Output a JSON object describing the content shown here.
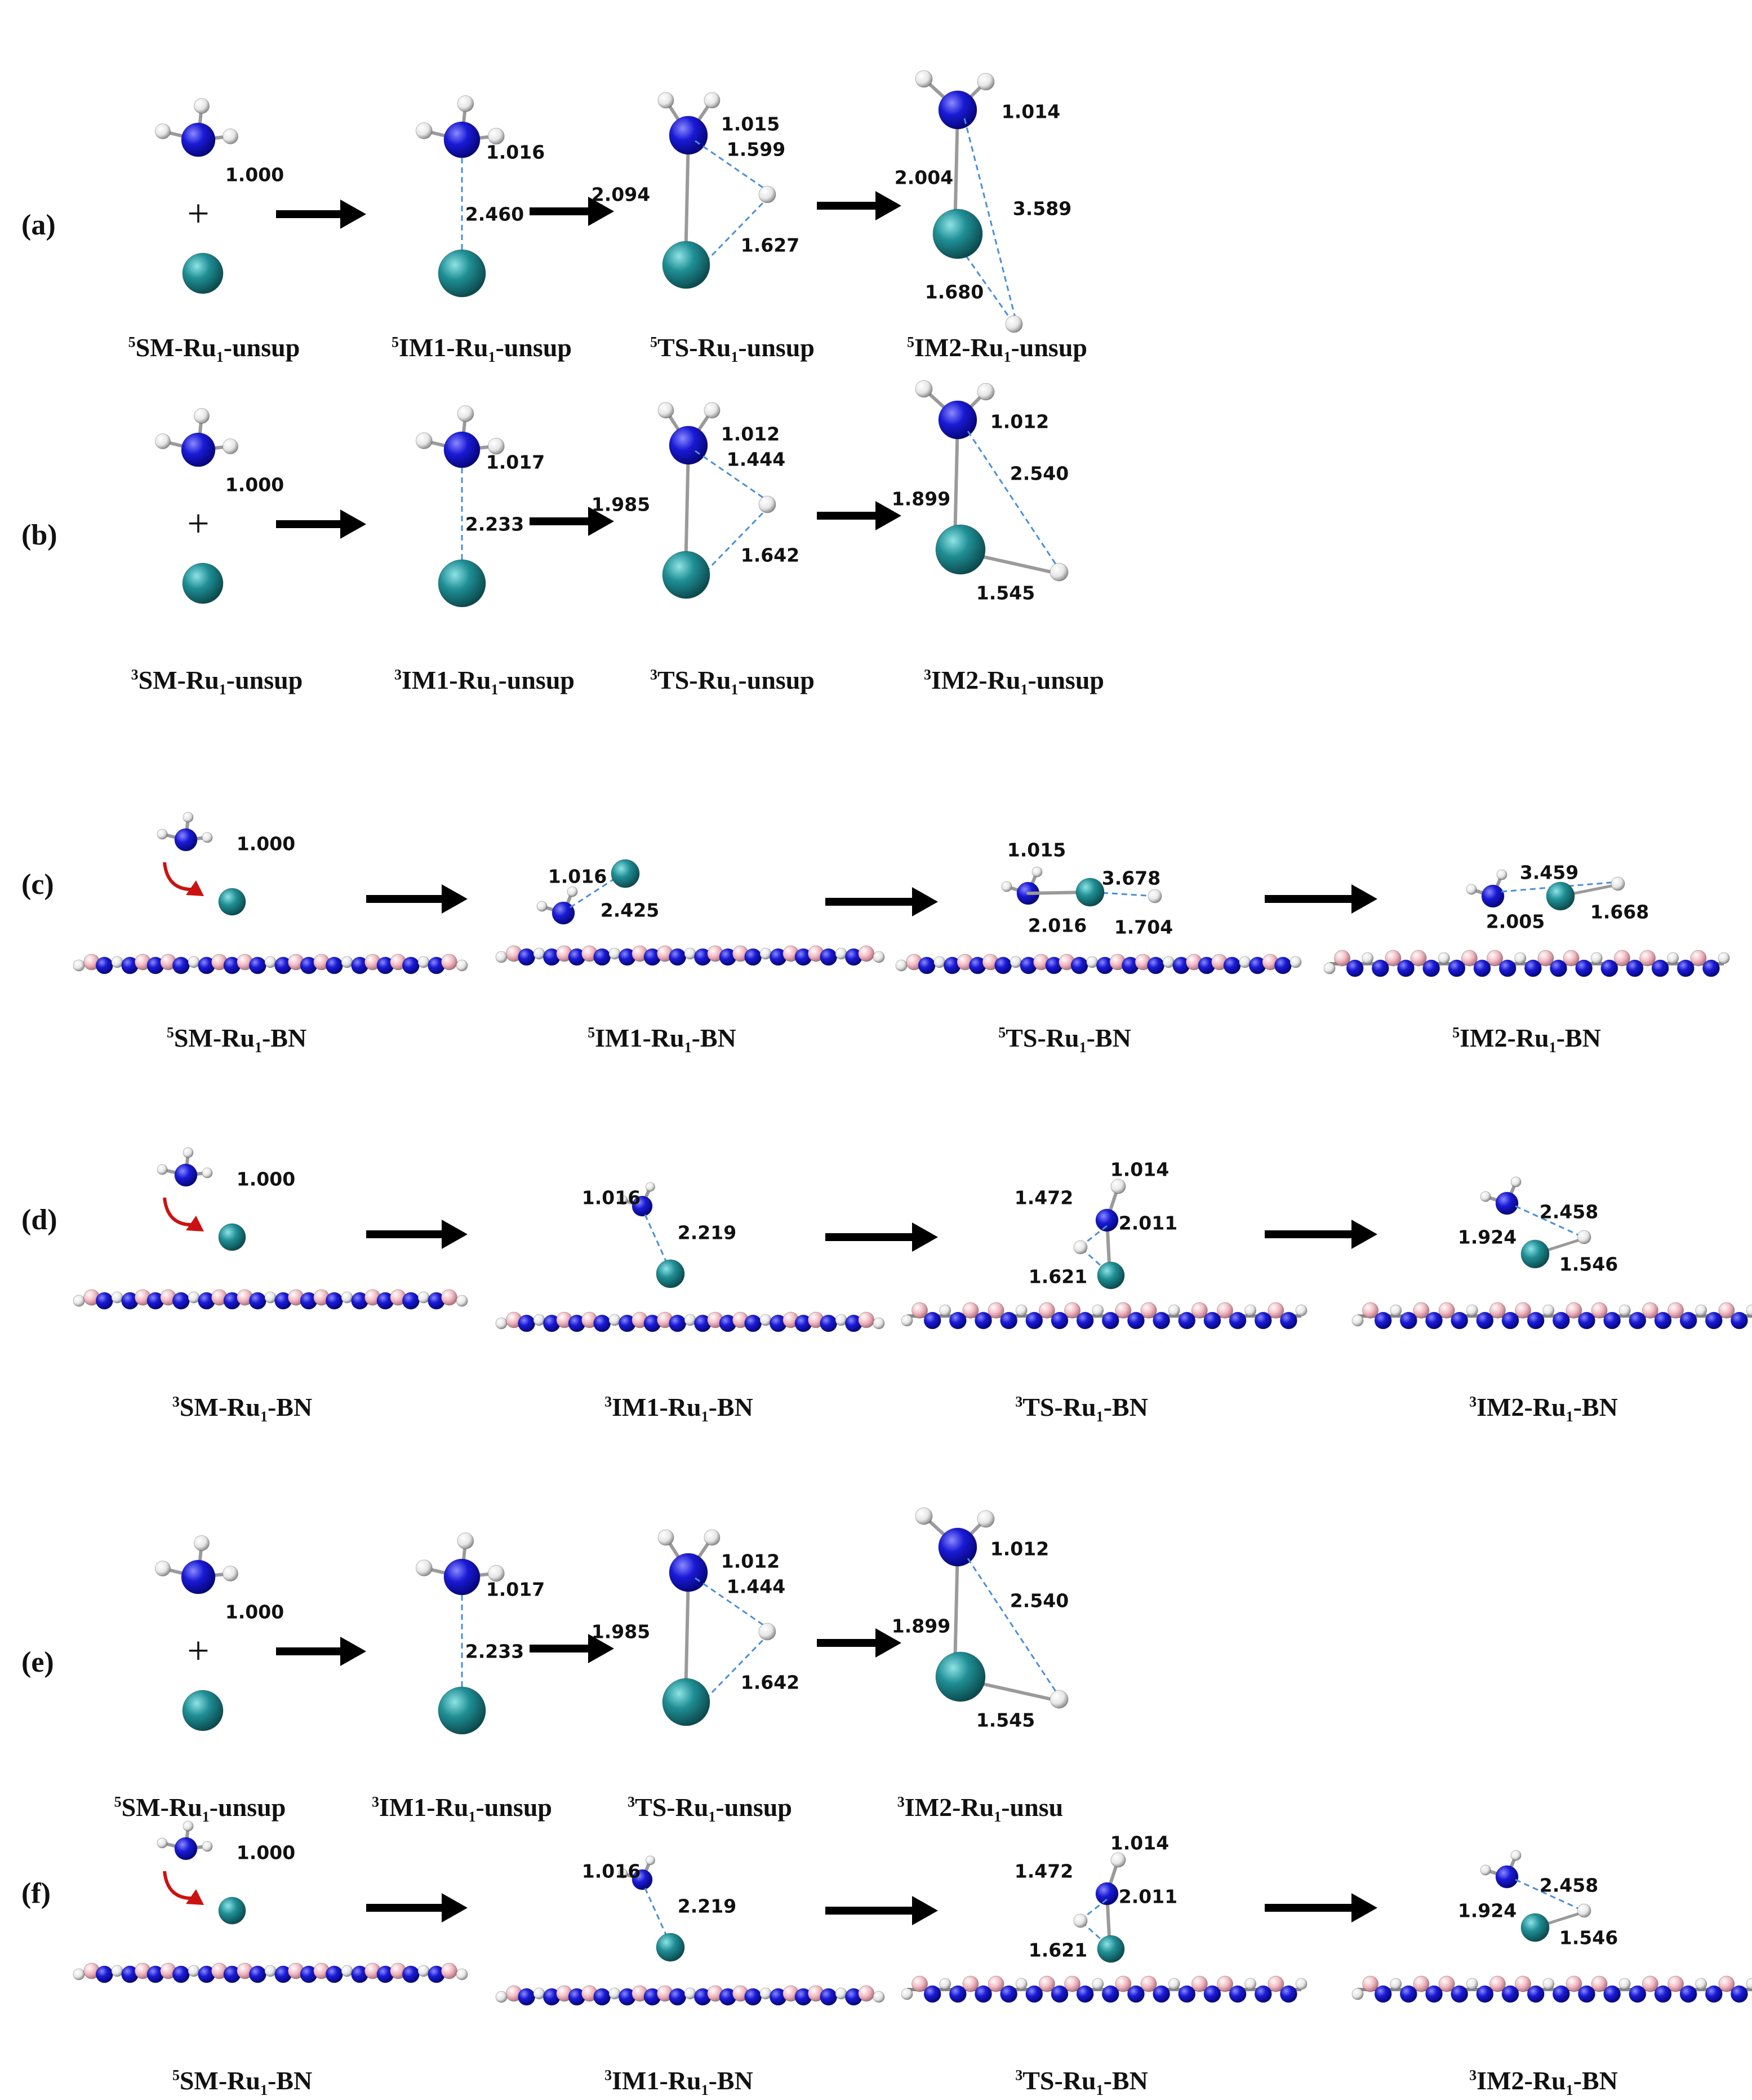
{
  "panels": [
    {
      "label": "(a)",
      "captions": [
        {
          "sup": "5",
          "main": "SM-Ru",
          "sub": "1",
          "tail": "-unsup"
        },
        {
          "sup": "5",
          "main": "IM1-Ru",
          "sub": "1",
          "tail": "-unsup"
        },
        {
          "sup": "5",
          "main": "TS-Ru",
          "sub": "1",
          "tail": "-unsup"
        },
        {
          "sup": "5",
          "main": "IM2-Ru",
          "sub": "1",
          "tail": "-unsup"
        }
      ],
      "distances": [
        "1.000",
        "1.016",
        "2.460",
        "1.015",
        "1.599",
        "2.094",
        "1.627",
        "1.014",
        "2.004",
        "3.589",
        "1.680"
      ]
    },
    {
      "label": "(b)",
      "captions": [
        {
          "sup": "3",
          "main": "SM-Ru",
          "sub": "1",
          "tail": "-unsup"
        },
        {
          "sup": "3",
          "main": "IM1-Ru",
          "sub": "1",
          "tail": "-unsup"
        },
        {
          "sup": "3",
          "main": "TS-Ru",
          "sub": "1",
          "tail": "-unsup"
        },
        {
          "sup": "3",
          "main": "IM2-Ru",
          "sub": "1",
          "tail": "-unsup"
        }
      ],
      "distances": [
        "1.000",
        "1.017",
        "2.233",
        "1.012",
        "1.444",
        "1.985",
        "1.642",
        "1.012",
        "2.540",
        "1.899",
        "1.545"
      ]
    },
    {
      "label": "(c)",
      "captions": [
        {
          "sup": "5",
          "main": "SM-Ru",
          "sub": "1",
          "tail": "-BN"
        },
        {
          "sup": "5",
          "main": "IM1-Ru",
          "sub": "1",
          "tail": "-BN"
        },
        {
          "sup": "5",
          "main": "TS-Ru",
          "sub": "1",
          "tail": "-BN"
        },
        {
          "sup": "5",
          "main": "IM2-Ru",
          "sub": "1",
          "tail": "-BN"
        }
      ],
      "distances": [
        "1.000",
        "1.016",
        "2.425",
        "1.015",
        "3.678",
        "2.016",
        "1.704",
        "3.459",
        "2.005",
        "1.668"
      ]
    },
    {
      "label": "(d)",
      "captions": [
        {
          "sup": "3",
          "main": "SM-Ru",
          "sub": "1",
          "tail": "-BN"
        },
        {
          "sup": "3",
          "main": "IM1-Ru",
          "sub": "1",
          "tail": "-BN"
        },
        {
          "sup": "3",
          "main": "TS-Ru",
          "sub": "1",
          "tail": "-BN"
        },
        {
          "sup": "3",
          "main": "IM2-Ru",
          "sub": "1",
          "tail": "-BN"
        }
      ],
      "distances": [
        "1.000",
        "1.016",
        "2.219",
        "1.014",
        "1.472",
        "2.011",
        "1.621",
        "2.458",
        "1.924",
        "1.546"
      ]
    },
    {
      "label": "(e)",
      "captions": [
        {
          "sup": "5",
          "main": "SM-Ru",
          "sub": "1",
          "tail": "-unsup"
        },
        {
          "sup": "3",
          "main": "IM1-Ru",
          "sub": "1",
          "tail": "-unsup"
        },
        {
          "sup": "3",
          "main": "TS-Ru",
          "sub": "1",
          "tail": "-unsup"
        },
        {
          "sup": "3",
          "main": "IM2-Ru",
          "sub": "1",
          "tail": "-unsu"
        }
      ],
      "distances": [
        "1.000",
        "1.017",
        "2.233",
        "1.012",
        "1.444",
        "1.985",
        "1.642",
        "1.012",
        "2.540",
        "1.899",
        "1.545"
      ]
    },
    {
      "label": "(f)",
      "captions": [
        {
          "sup": "5",
          "main": "SM-Ru",
          "sub": "1",
          "tail": "-BN"
        },
        {
          "sup": "3",
          "main": "IM1-Ru",
          "sub": "1",
          "tail": "-BN"
        },
        {
          "sup": "3",
          "main": "TS-Ru",
          "sub": "1",
          "tail": "-BN"
        },
        {
          "sup": "3",
          "main": "IM2-Ru",
          "sub": "1",
          "tail": "-BN"
        }
      ],
      "distances": [
        "1.000",
        "1.016",
        "2.219",
        "1.014",
        "1.472",
        "2.011",
        "1.621",
        "2.458",
        "1.924",
        "1.546"
      ]
    }
  ],
  "colors": {
    "nitrogen": "#1a1ad6",
    "ruthenium": "#1f8f95",
    "hydrogen": "#e6e6e6",
    "boron": "#f2b8c0",
    "arrow": "#000000",
    "red_arrow": "#cc1111",
    "dashed_bond": "#4a8fd6"
  }
}
